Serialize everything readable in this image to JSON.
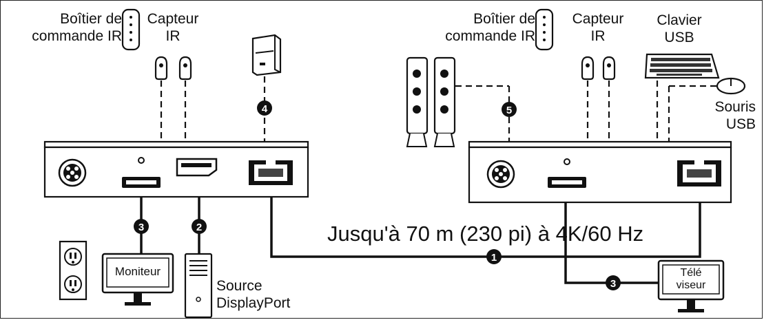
{
  "labels": {
    "ir_box_left_line1": "Boîtier de",
    "ir_box_left_line2": "commande IR",
    "ir_sensor_left_line1": "Capteur",
    "ir_sensor_left_line2": "IR",
    "ir_box_right_line1": "Boîtier de",
    "ir_box_right_line2": "commande IR",
    "ir_sensor_right_line1": "Capteur",
    "ir_sensor_right_line2": "IR",
    "keyboard_line1": "Clavier",
    "keyboard_line2": "USB",
    "mouse_line1": "Souris",
    "mouse_line2": "USB",
    "monitor": "Moniteur",
    "tv_line1": "Télé",
    "tv_line2": "viseur",
    "source_line1": "Source",
    "source_line2": "DisplayPort",
    "distance": "Jusqu'à 70 m (230 pi) à 4K/60 Hz"
  },
  "markers": {
    "m1": "1",
    "m2": "2",
    "m3_left": "3",
    "m3_right": "3",
    "m4": "4",
    "m5": "5"
  }
}
